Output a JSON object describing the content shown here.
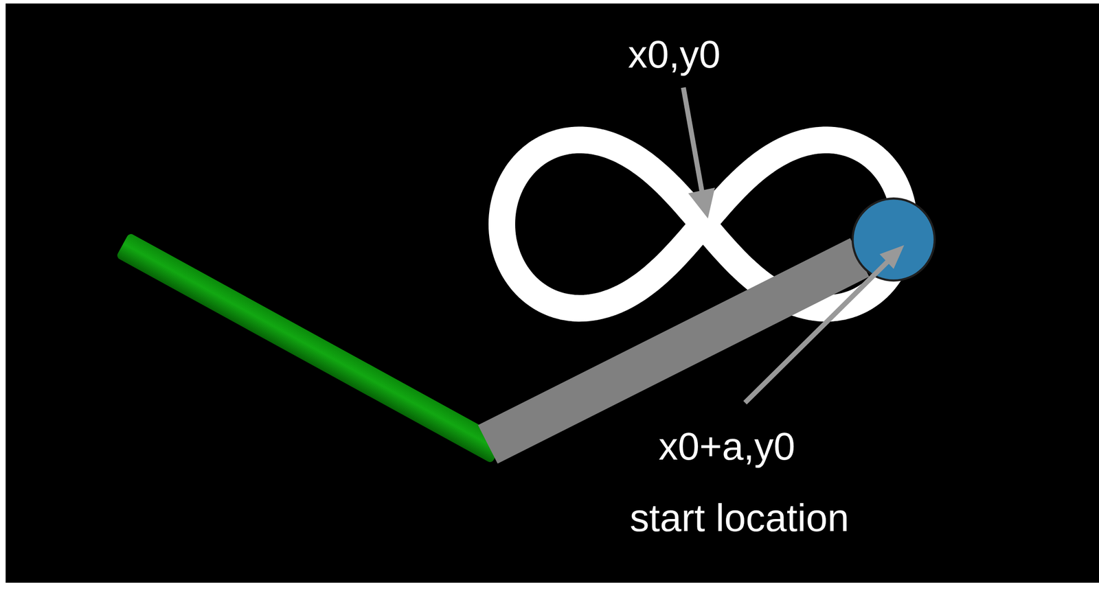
{
  "diagram": {
    "labels": [
      "x0,y0",
      "x0+a,y0",
      "start location"
    ]
  }
}
